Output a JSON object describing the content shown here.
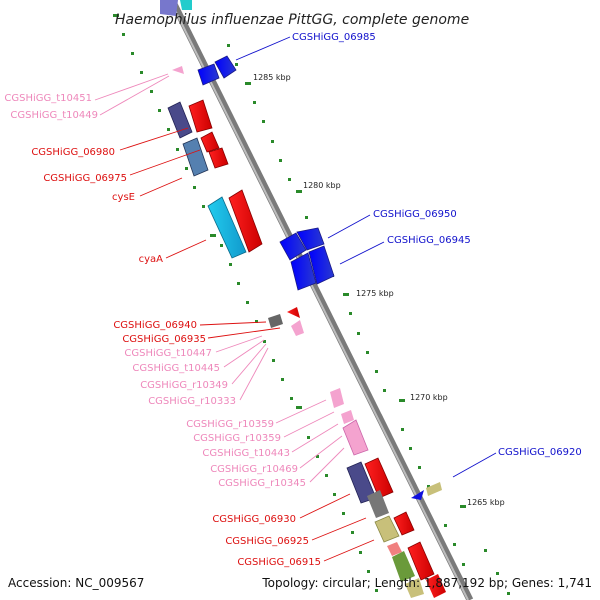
{
  "title": "Haemophilus influenzae PittGG, complete genome",
  "footer": {
    "accession": "Accession: NC_009567",
    "topology": "Topology: circular; Length: 1,887,192 bp; Genes: 1,741"
  },
  "colors": {
    "cds_forward": "#0a14e6",
    "cds_reverse": "#ee1111",
    "trna": "#f5a3c9",
    "rrna": "#f5a3c9",
    "label_forward": "#1111cc",
    "label_reverse": "#dd1111",
    "label_rna": "#ee88bb",
    "backbone": "#8a8a8a",
    "tick": "#2a8a2a"
  },
  "kbp_labels": [
    "1285 kbp",
    "1280 kbp",
    "1275 kbp",
    "1270 kbp",
    "1265 kbp"
  ],
  "right_labels": [
    "CGSHiGG_06985",
    "CGSHiGG_06950",
    "CGSHiGG_06945",
    "CGSHiGG_06920"
  ],
  "left_labels": [
    {
      "text": "CGSHiGG_t10451",
      "kind": "rna"
    },
    {
      "text": "CGSHiGG_t10449",
      "kind": "rna"
    },
    {
      "text": "CGSHiGG_06980",
      "kind": "reverse"
    },
    {
      "text": "CGSHiGG_06975",
      "kind": "reverse"
    },
    {
      "text": "cysE",
      "kind": "reverse"
    },
    {
      "text": "cyaA",
      "kind": "reverse"
    },
    {
      "text": "CGSHiGG_06940",
      "kind": "reverse"
    },
    {
      "text": "CGSHiGG_06935",
      "kind": "reverse"
    },
    {
      "text": "CGSHiGG_t10447",
      "kind": "rna"
    },
    {
      "text": "CGSHiGG_t10445",
      "kind": "rna"
    },
    {
      "text": "CGSHiGG_r10349",
      "kind": "rna"
    },
    {
      "text": "CGSHiGG_r10333",
      "kind": "rna"
    },
    {
      "text": "CGSHiGG_r10359",
      "kind": "rna"
    },
    {
      "text": "CGSHiGG_r10359",
      "kind": "rna"
    },
    {
      "text": "CGSHiGG_t10443",
      "kind": "rna"
    },
    {
      "text": "CGSHiGG_r10469",
      "kind": "rna"
    },
    {
      "text": "CGSHiGG_r10345",
      "kind": "rna"
    },
    {
      "text": "CGSHiGG_06930",
      "kind": "reverse"
    },
    {
      "text": "CGSHiGG_06925",
      "kind": "reverse"
    },
    {
      "text": "CGSHiGG_06915",
      "kind": "reverse"
    }
  ]
}
